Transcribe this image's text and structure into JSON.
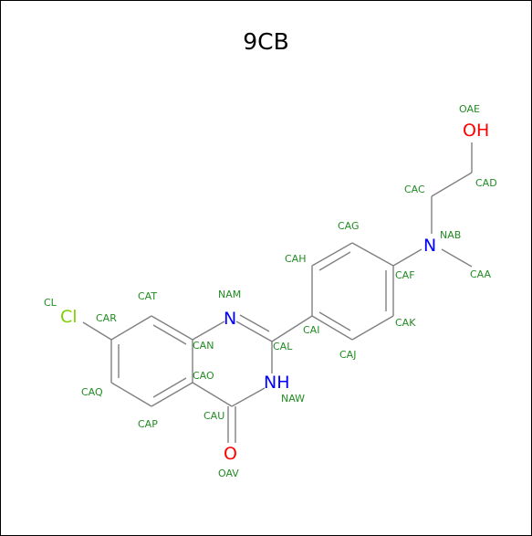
{
  "title": "9CB",
  "colors": {
    "bond": "#808080",
    "atom_name": "#228b22",
    "nitrogen": "#0000ff",
    "oxygen": "#ff0000",
    "chlorine": "#7fd000"
  },
  "elements": [
    {
      "id": "N_NAM",
      "symbol": "N",
      "color": "#0000ff"
    },
    {
      "id": "NH_NAW",
      "symbol": "NH",
      "color": "#0000ff"
    },
    {
      "id": "N_NAB",
      "symbol": "N",
      "color": "#0000ff"
    },
    {
      "id": "O_OAV",
      "symbol": "O",
      "color": "#ff0000"
    },
    {
      "id": "OH_OAE",
      "symbol": "OH",
      "color": "#ff0000"
    },
    {
      "id": "CL",
      "symbol": "Cl",
      "color": "#7fd000"
    }
  ],
  "atom_labels": [
    "OAE",
    "CAC",
    "CAD",
    "CAG",
    "NAB",
    "CAH",
    "CAF",
    "CAA",
    "NAM",
    "CAT",
    "CL",
    "CAR",
    "CAI",
    "CAK",
    "CAN",
    "CAL",
    "CAJ",
    "CAO",
    "CAQ",
    "NAW",
    "CAU",
    "CAP",
    "OAV"
  ]
}
